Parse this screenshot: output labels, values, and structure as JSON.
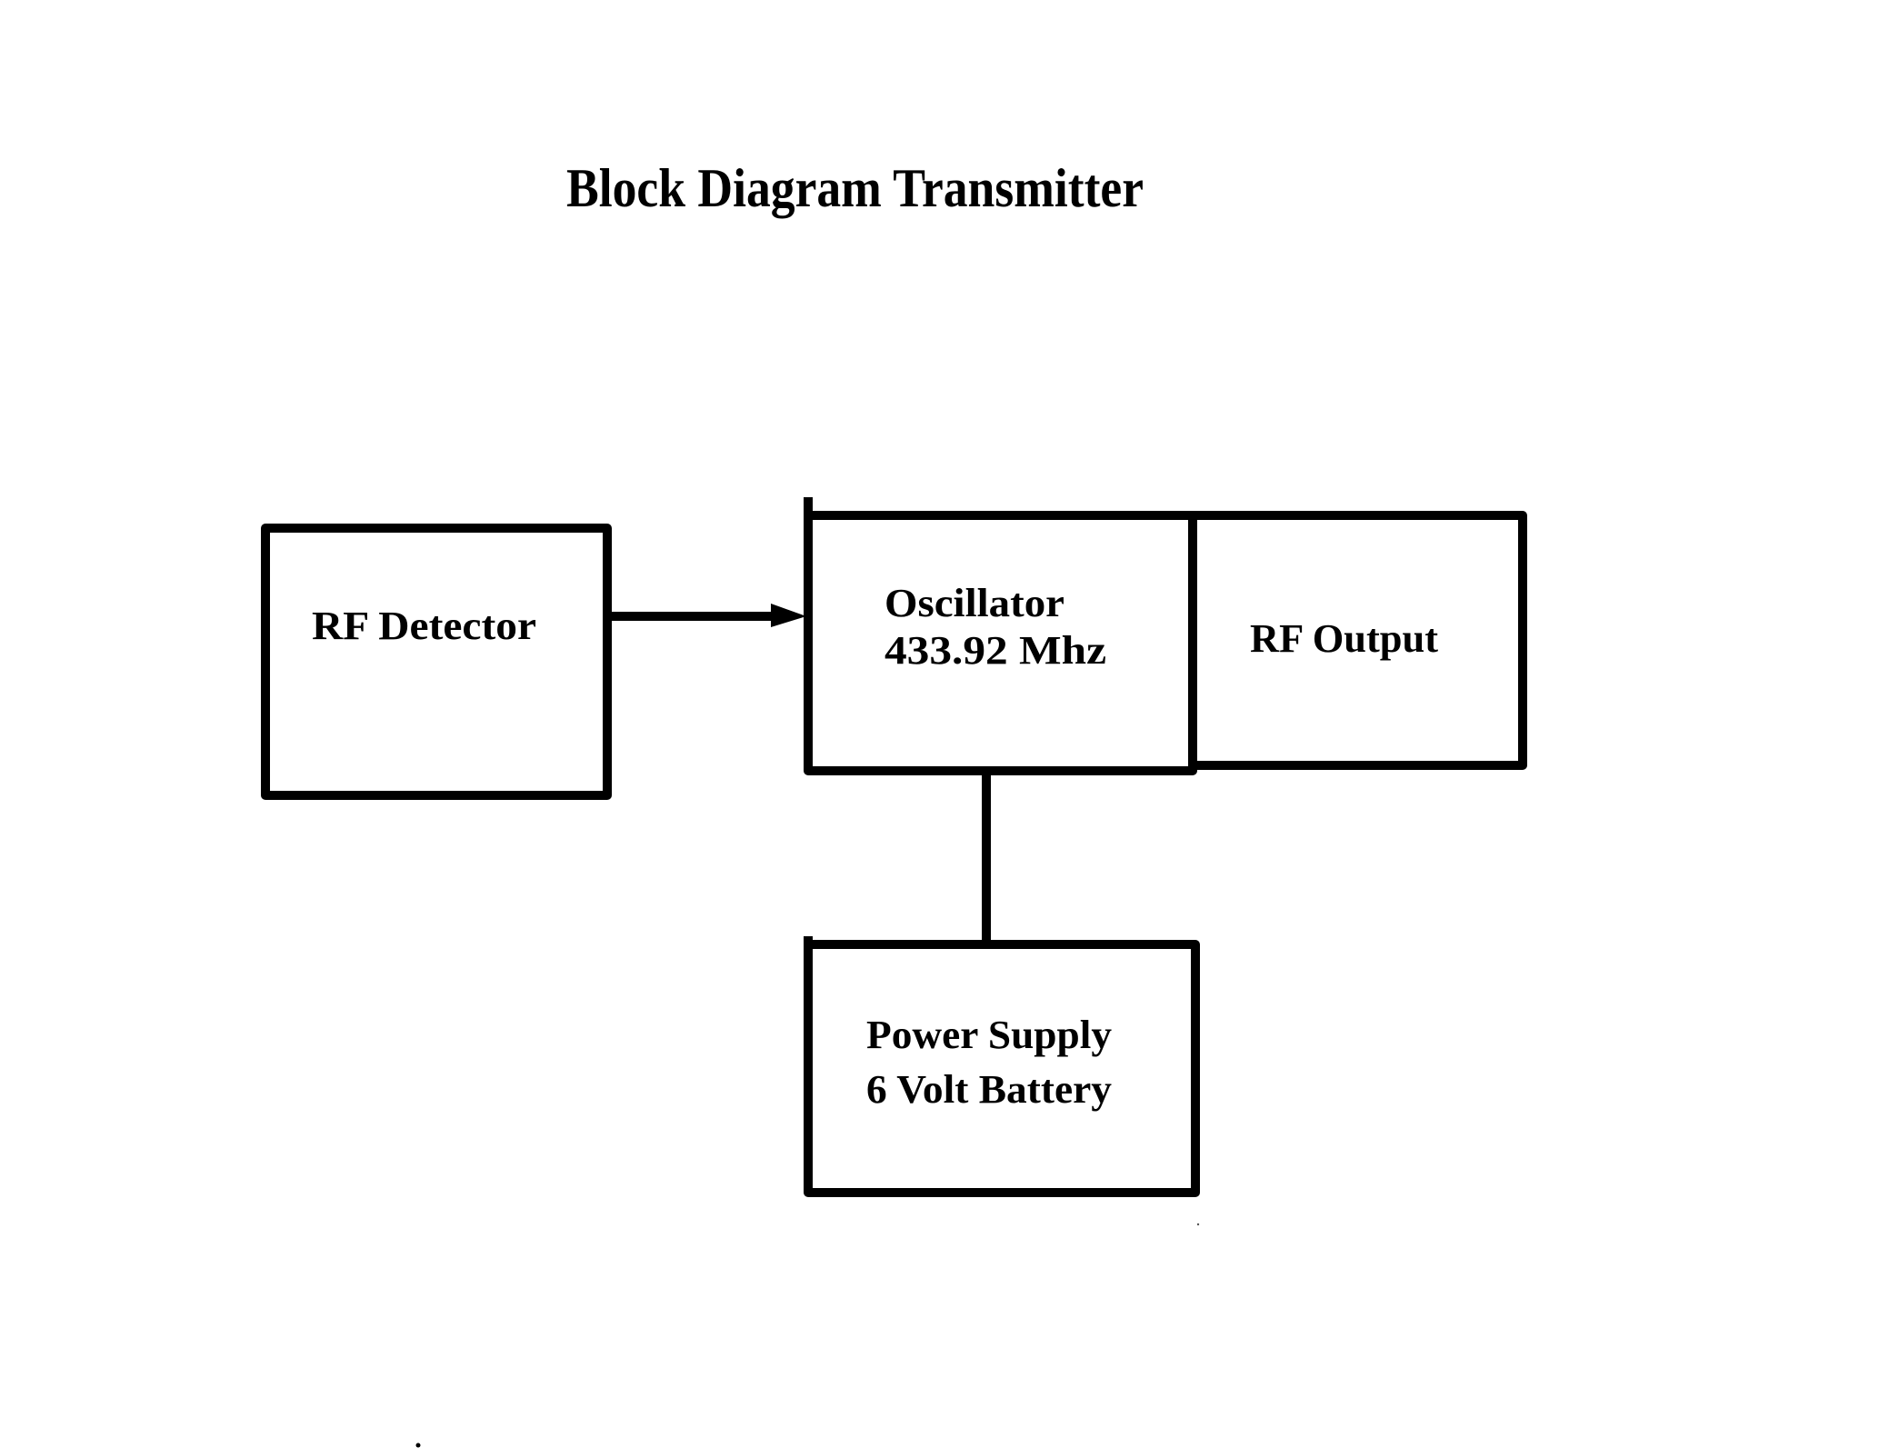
{
  "title": "Block Diagram Transmitter",
  "blocks": {
    "rf_detector": {
      "lines": [
        "RF Detector"
      ]
    },
    "oscillator": {
      "lines": [
        "Oscillator",
        "433.92 Mhz"
      ]
    },
    "rf_output": {
      "lines": [
        "RF Output"
      ]
    },
    "power_supply": {
      "lines": [
        "Power Supply",
        "6 Volt Battery"
      ]
    }
  },
  "connections": [
    {
      "from": "rf_detector",
      "to": "oscillator",
      "type": "arrow"
    },
    {
      "from": "oscillator",
      "to": "power_supply",
      "type": "line"
    },
    {
      "from": "oscillator",
      "to": "rf_output",
      "type": "adjacent"
    }
  ],
  "colors": {
    "ink": "#000000",
    "background": "#ffffff"
  }
}
